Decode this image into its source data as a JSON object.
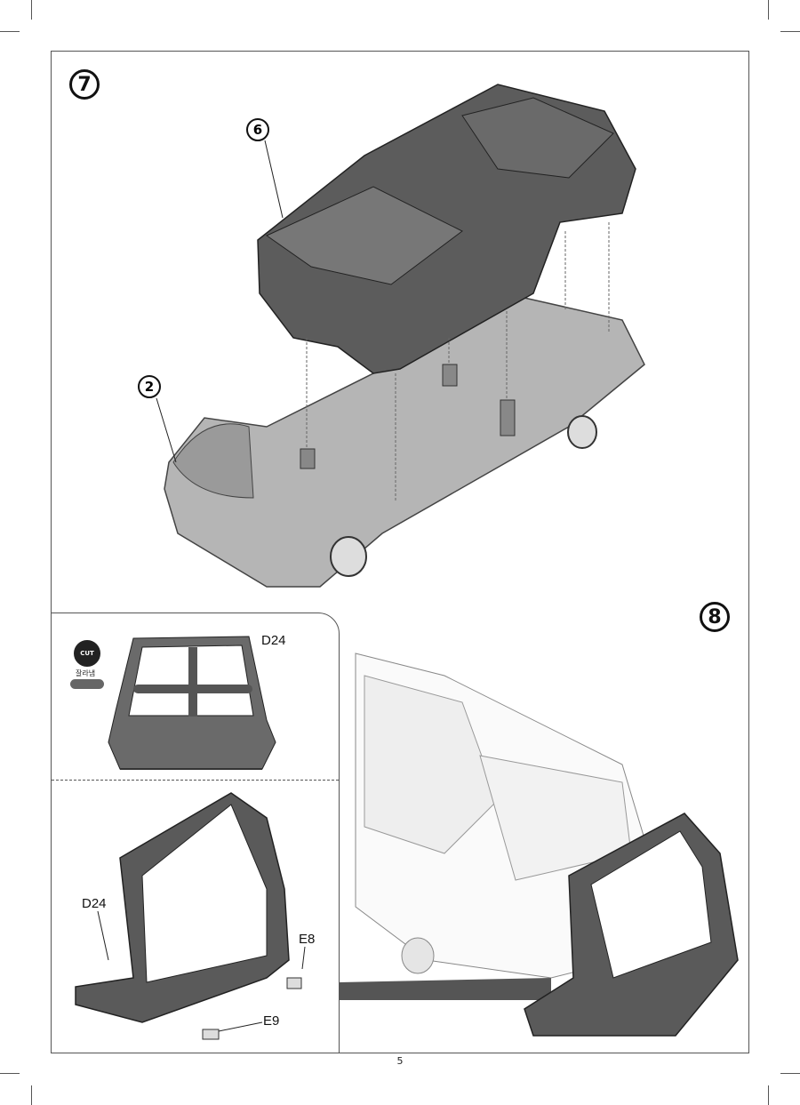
{
  "steps": {
    "step_a": "7",
    "step_b": "8"
  },
  "callouts": {
    "part_a": "6",
    "part_b": "2"
  },
  "parts": {
    "d24_top": "D24",
    "d24_bottom": "D24",
    "e8": "E8",
    "e9": "E9"
  },
  "cut_legend": {
    "icon_text": "CUT",
    "caption": "잘라냄"
  },
  "page_number": "5",
  "colors": {
    "part_dark": "#4a4a4a",
    "part_mid": "#8a8a8a",
    "part_light": "#b5b5b5",
    "line": "#555555"
  }
}
